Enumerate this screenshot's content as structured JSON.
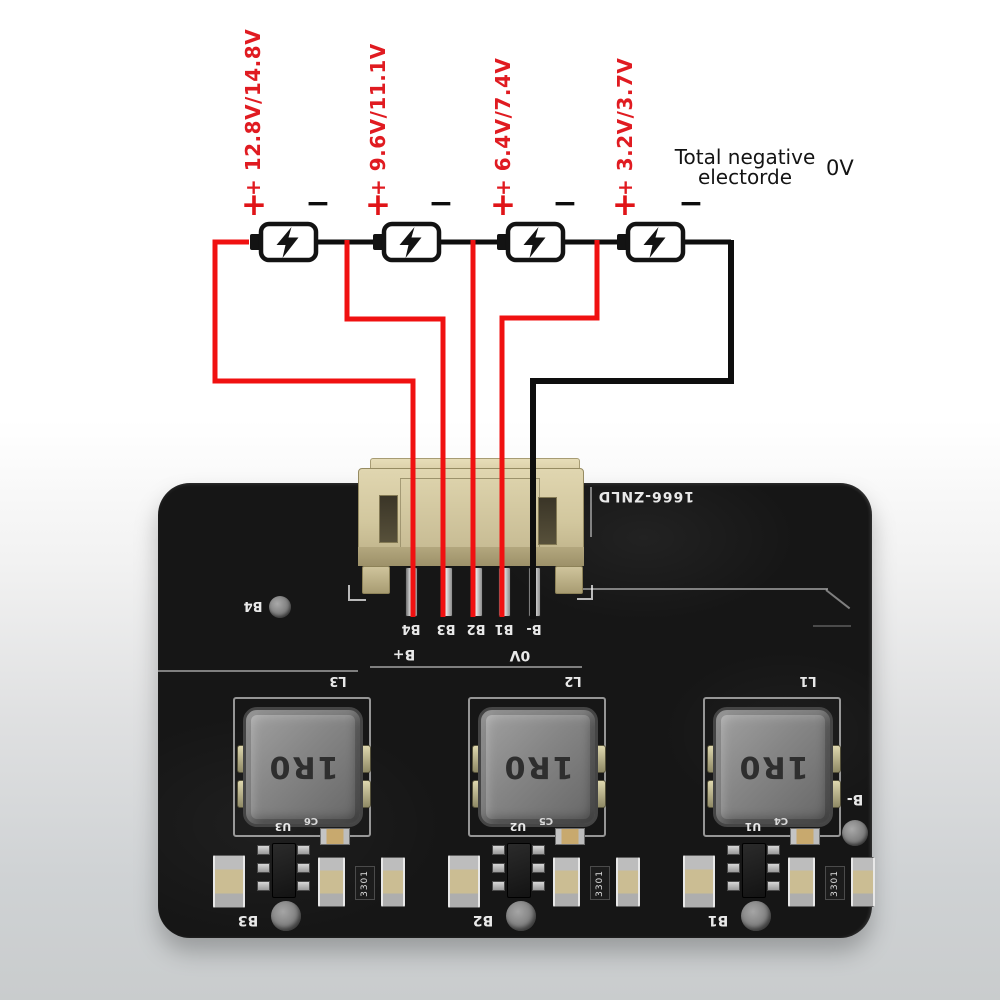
{
  "diagram": {
    "cell_labels": [
      "+ 12.8V/14.8V",
      "+ 9.6V/11.1V",
      "+ 6.4V/7.4V",
      "+ 3.2V/3.7V"
    ],
    "plus_sign": "+",
    "minus_sign": "−",
    "total_negative_line1": "Total negative",
    "total_negative_line2": "electorde",
    "total_negative_value": "0V"
  },
  "board": {
    "part_number": "1666-ZNLD",
    "corner_label": "B4",
    "pin_labels": [
      "B4",
      "B3",
      "B2",
      "B1",
      "B-"
    ],
    "pack_positive_label": "B+",
    "pack_negative_label": "0V",
    "edge_negative_label": "B-",
    "inductor_labels": [
      "L3",
      "L2",
      "L1"
    ],
    "inductor_marking": "1R0",
    "ic_labels": [
      "U3",
      "U2",
      "U1"
    ],
    "cap_labels": [
      "C6",
      "C5",
      "C4"
    ],
    "cell_port_labels": [
      "B3",
      "B2",
      "B1"
    ],
    "resistor_marking": "3301"
  },
  "colors": {
    "wire_red": "#f01111",
    "wire_black": "#0e0e0e",
    "label_red": "#e01b21",
    "board_black": "#161616",
    "connector_beige": "#d5c9a3",
    "silkscreen_white": "#e9e9e9"
  }
}
